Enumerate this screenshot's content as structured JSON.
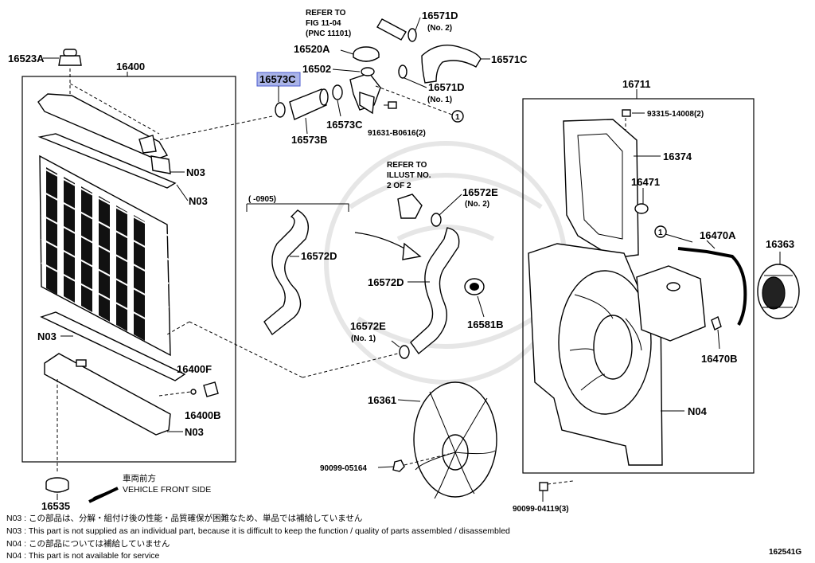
{
  "labels": {
    "p16523A": "16523A",
    "p16400": "16400",
    "p16573C_hl": "16573C",
    "p16573C": "16573C",
    "p16573B": "16573B",
    "p16520A": "16520A",
    "p16502": "16502",
    "p16571D_2": "16571D",
    "p16571D_2_q": "(No. 2)",
    "p16571C": "16571C",
    "p16571D_1": "16571D",
    "p16571D_1_q": "(No. 1)",
    "p91631": "91631-B0616(2)",
    "p16711": "16711",
    "p93315": "93315-14008(2)",
    "p16374": "16374",
    "p16471": "16471",
    "p16470A": "16470A",
    "p16363": "16363",
    "p16470B": "16470B",
    "pN04": "N04",
    "p90099_04119": "90099-04119(3)",
    "pN03_a": "N03",
    "pN03_b": "N03",
    "pN03_c": "N03",
    "pN03_d": "N03",
    "p16400F": "16400F",
    "p16400B": "16400B",
    "p16535": "16535",
    "p16572D_a": "16572D",
    "p16572D_b": "16572D",
    "p16572E_2": "16572E",
    "p16572E_2_q": "(No. 2)",
    "p16572E_1": "16572E",
    "p16572E_1_q": "(No. 1)",
    "p16581B": "16581B",
    "p16361": "16361",
    "p90099_05164": "90099-05164",
    "date_range": "(    -0905)",
    "circle1": "1"
  },
  "refs": {
    "fig_line1": "REFER TO",
    "fig_line2": "FIG 11-04",
    "fig_line3": "(PNC 11101)",
    "illust_line1": "REFER TO",
    "illust_line2": "ILLUST NO.",
    "illust_line3": "2 OF 2"
  },
  "orientation": {
    "jp": "車両前方",
    "en": "VEHICLE FRONT SIDE"
  },
  "notes": [
    "N03 : この部品は、分解・組付け後の性能・品質確保が困難なため、単品では補給していません",
    "N03 : This part is not supplied as an individual part, because it is difficult to keep the function / quality of parts assembled / disassembled",
    "N04 : この部品については補給していません",
    "N04 : This part is not available for service"
  ],
  "diagram_id": "162541G",
  "highlight_color": "#aab4e8"
}
